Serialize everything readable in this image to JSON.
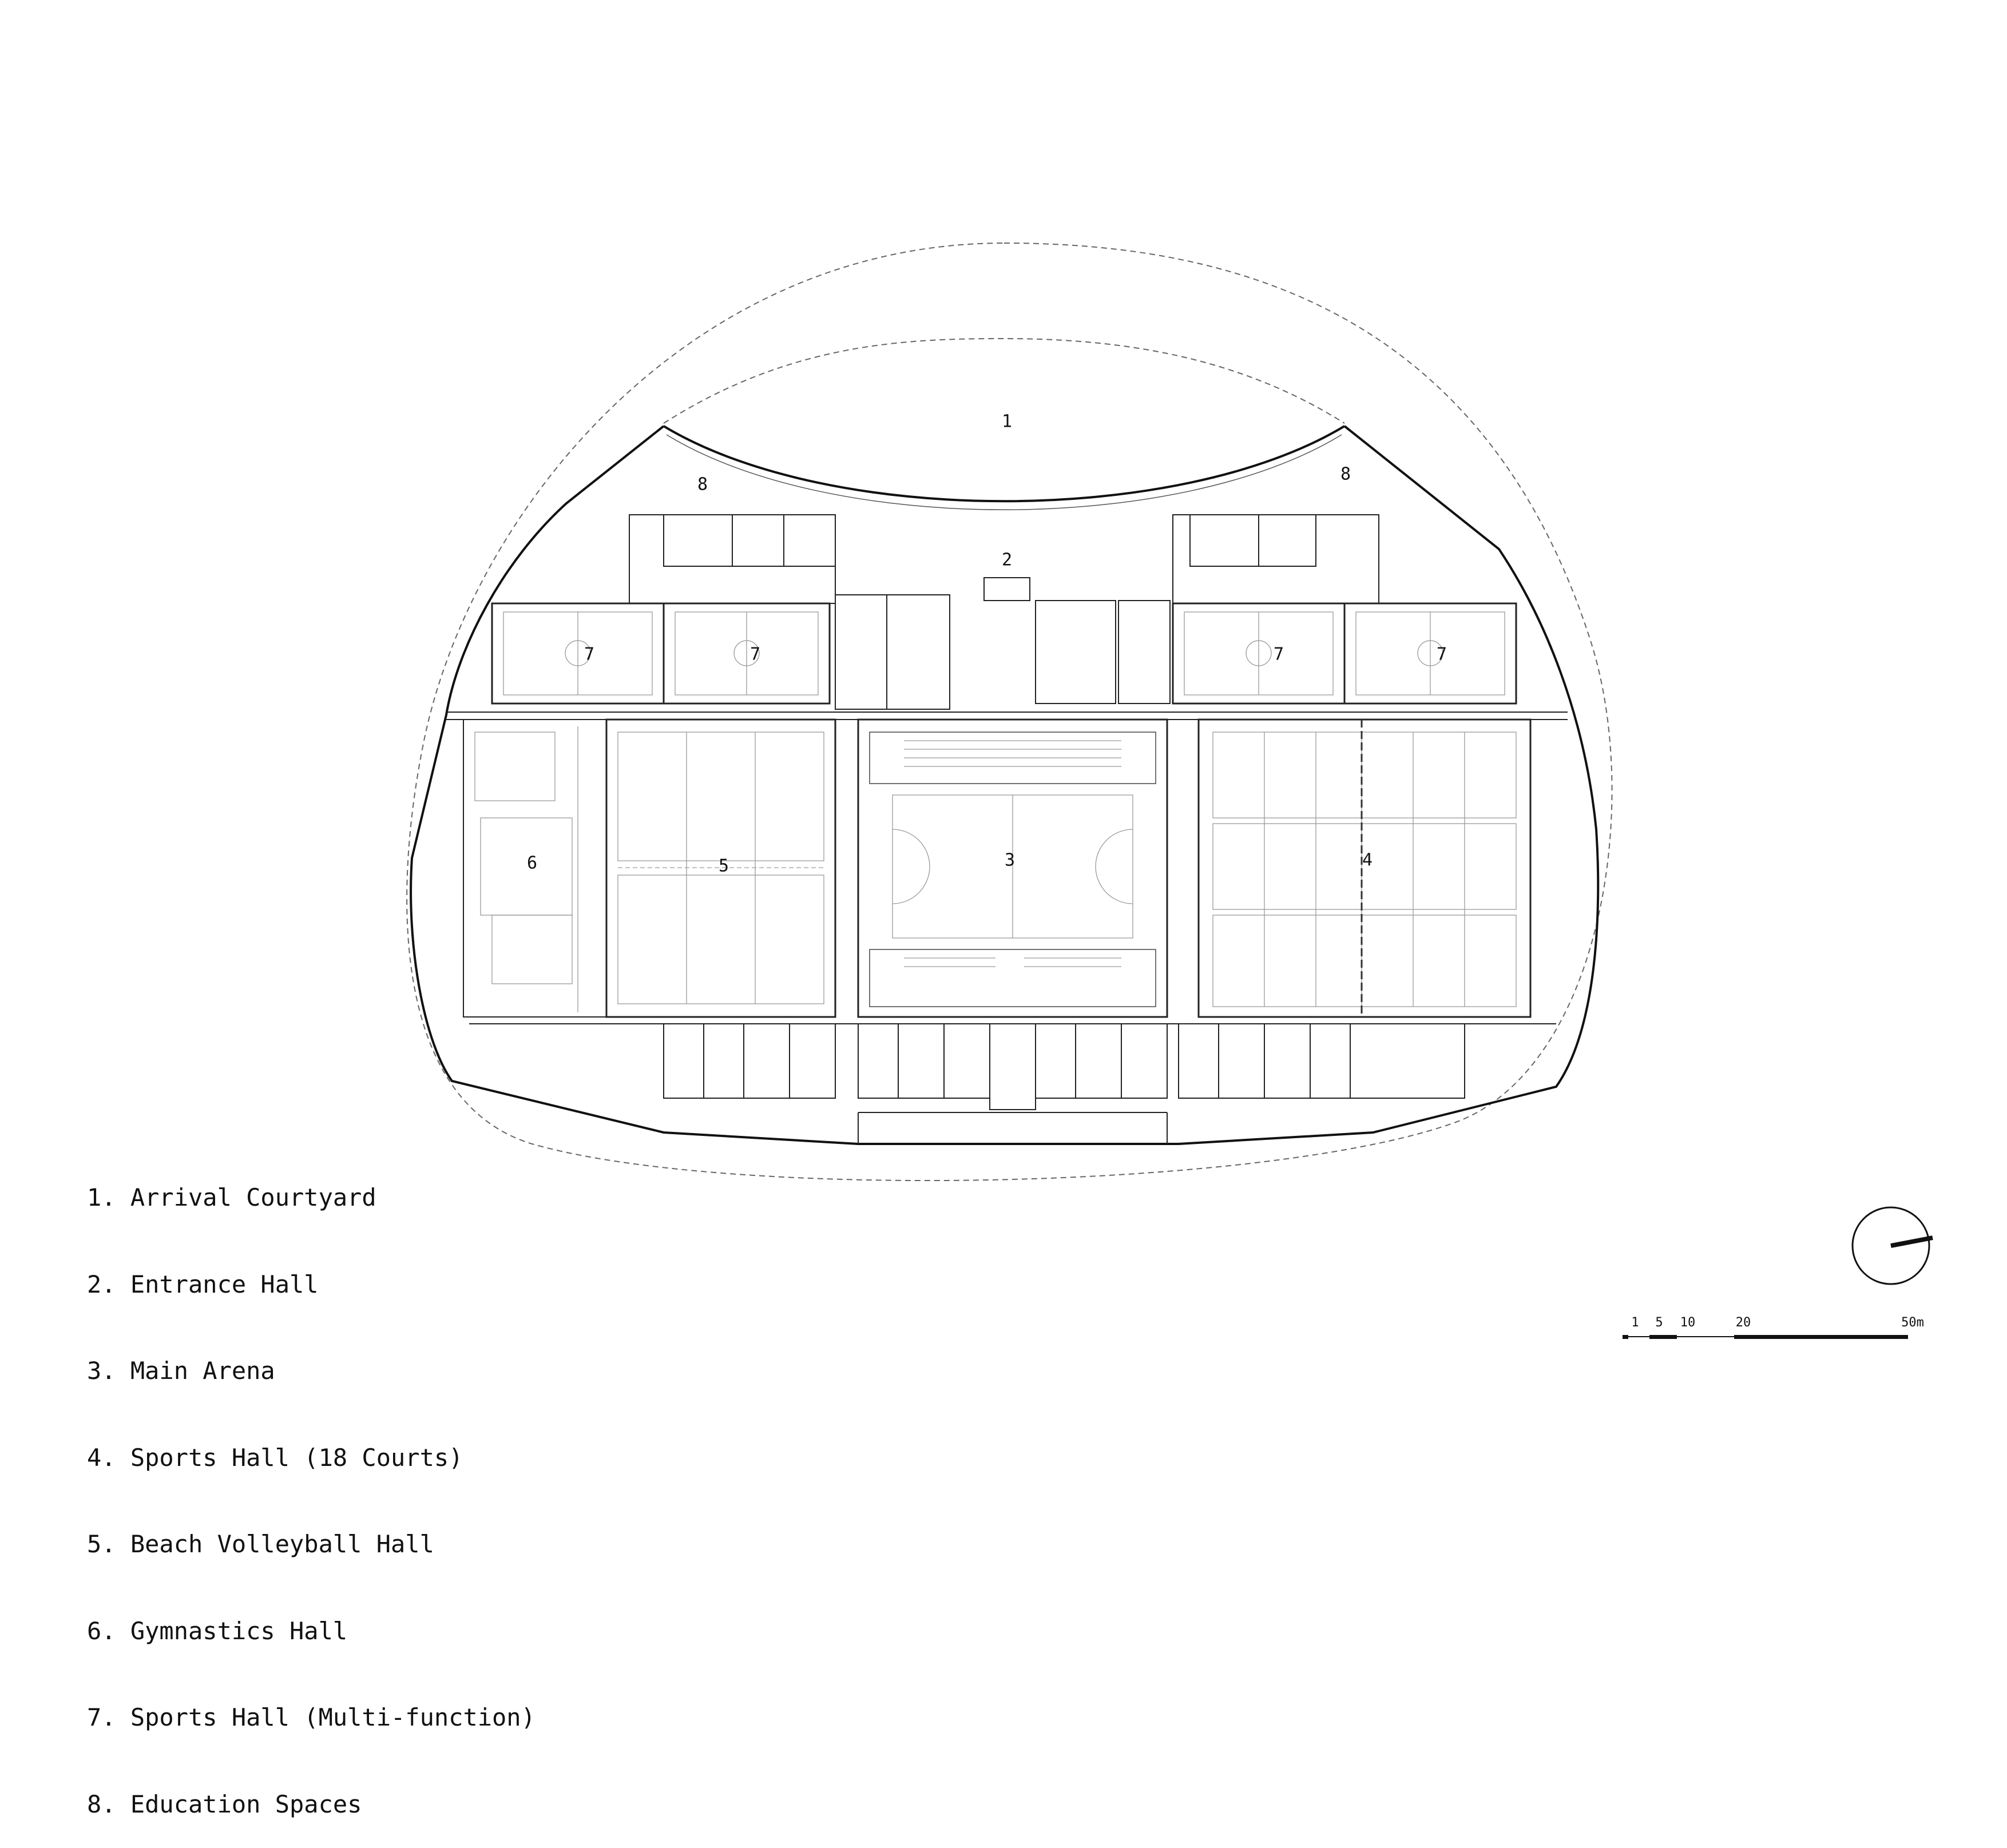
{
  "plan_labels": [
    {
      "id": "arrival-courtyard",
      "number": "1"
    },
    {
      "id": "entrance-hall",
      "number": "2"
    },
    {
      "id": "main-arena",
      "number": "3"
    },
    {
      "id": "sports-hall-18",
      "number": "4"
    },
    {
      "id": "beach-volleyball",
      "number": "5"
    },
    {
      "id": "gymnastics",
      "number": "6"
    },
    {
      "id": "sports-hall-multi-1",
      "number": "7"
    },
    {
      "id": "sports-hall-multi-2",
      "number": "7"
    },
    {
      "id": "sports-hall-multi-3",
      "number": "7"
    },
    {
      "id": "sports-hall-multi-4",
      "number": "7"
    },
    {
      "id": "education-west",
      "number": "8"
    },
    {
      "id": "education-east",
      "number": "8"
    }
  ],
  "legend": [
    "1. Arrival Courtyard",
    "2. Entrance Hall",
    "3. Main Arena",
    "4. Sports Hall (18 Courts)",
    "5. Beach Volleyball Hall",
    "6. Gymnastics Hall",
    "7. Sports Hall (Multi-function)",
    "8. Education Spaces"
  ],
  "scale_bar": {
    "ticks": [
      "1",
      "5",
      "10",
      "20",
      "50m"
    ]
  },
  "colors": {
    "ink": "#111111",
    "fine_line": "#9a9a9a",
    "background": "#ffffff"
  },
  "icons": {
    "north_arrow": "north-arrow-icon"
  }
}
